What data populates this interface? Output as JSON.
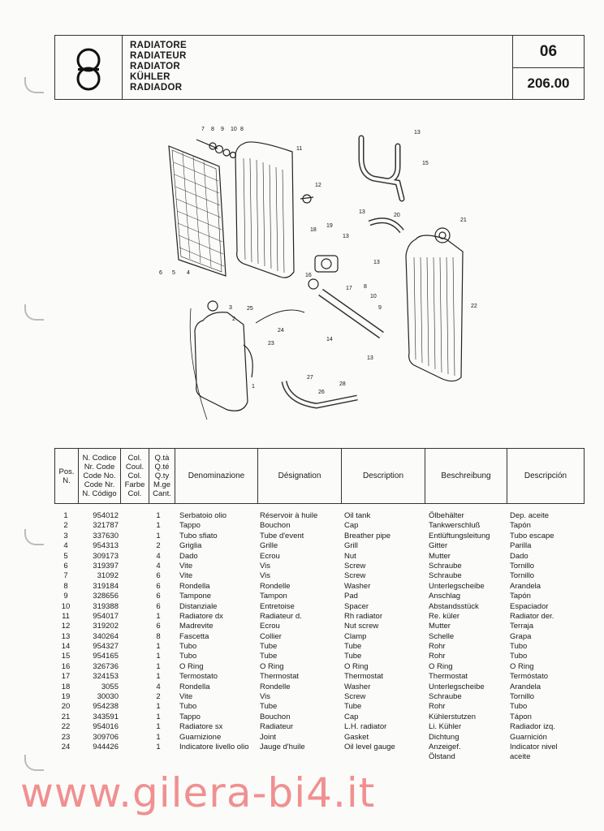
{
  "header": {
    "titles": [
      "RADIATORE",
      "RADIATEUR",
      "RADIATOR",
      "KÜHLER",
      "RADIADOR"
    ],
    "section": "06",
    "page_number": "206.00"
  },
  "diagram_labels": [
    "1",
    "2",
    "3",
    "4",
    "5",
    "6",
    "7",
    "8",
    "9",
    "10",
    "8",
    "11",
    "12",
    "13",
    "15",
    "20",
    "21",
    "22",
    "19",
    "18",
    "13",
    "13",
    "13",
    "16",
    "17",
    "8",
    "10",
    "9",
    "25",
    "24",
    "23",
    "14",
    "13",
    "27",
    "28",
    "26"
  ],
  "table": {
    "headers": {
      "pos": [
        "Pos.",
        "N."
      ],
      "code": [
        "N. Codice",
        "Nr. Code",
        "Code No.",
        "Code Nr.",
        "N. Código"
      ],
      "col": [
        "Col.",
        "Coul.",
        "Col.",
        "Farbe",
        "Col."
      ],
      "qty": [
        "Q.tà",
        "Q.té",
        "Q.ty",
        "M.ge",
        "Cant."
      ],
      "it": "Denominazione",
      "fr": "Désignation",
      "en": "Description",
      "de": "Beschreibung",
      "es": "Descripción"
    },
    "rows": [
      {
        "pos": "1",
        "code": "954012",
        "qty": "1",
        "it": "Serbatoio olio",
        "fr": "Réservoir à huile",
        "en": "Oil tank",
        "de": "Ölbehälter",
        "es": "Dep. aceite"
      },
      {
        "pos": "2",
        "code": "321787",
        "qty": "1",
        "it": "Tappo",
        "fr": "Bouchon",
        "en": "Cap",
        "de": "Tankwerschluß",
        "es": "Tapón"
      },
      {
        "pos": "3",
        "code": "337630",
        "qty": "1",
        "it": "Tubo sfiato",
        "fr": "Tube d'event",
        "en": "Breather pipe",
        "de": "Entlüftungsleitung",
        "es": "Tubo escape"
      },
      {
        "pos": "4",
        "code": "954313",
        "qty": "2",
        "it": "Griglia",
        "fr": "Grille",
        "en": "Grill",
        "de": "Gitter",
        "es": "Parilla"
      },
      {
        "pos": "5",
        "code": "309173",
        "qty": "4",
        "it": "Dado",
        "fr": "Ecrou",
        "en": "Nut",
        "de": "Mutter",
        "es": "Dado"
      },
      {
        "pos": "6",
        "code": "319397",
        "qty": "4",
        "it": "Vite",
        "fr": "Vis",
        "en": "Screw",
        "de": "Schraube",
        "es": "Tornillo"
      },
      {
        "pos": "7",
        "code": "31092",
        "qty": "6",
        "it": "Vite",
        "fr": "Vis",
        "en": "Screw",
        "de": "Schraube",
        "es": "Tornillo"
      },
      {
        "pos": "8",
        "code": "319184",
        "qty": "6",
        "it": "Rondella",
        "fr": "Rondelle",
        "en": "Washer",
        "de": "Unterlegscheibe",
        "es": "Arandela"
      },
      {
        "pos": "9",
        "code": "328656",
        "qty": "6",
        "it": "Tampone",
        "fr": "Tampon",
        "en": "Pad",
        "de": "Anschlag",
        "es": "Tapón"
      },
      {
        "pos": "10",
        "code": "319388",
        "qty": "6",
        "it": "Distanziale",
        "fr": "Entretoise",
        "en": "Spacer",
        "de": "Abstandsstück",
        "es": "Espaciador"
      },
      {
        "pos": "11",
        "code": "954017",
        "qty": "1",
        "it": "Radiatore dx",
        "fr": "Radiateur d.",
        "en": "Rh radiator",
        "de": "Re. küler",
        "es": "Radiator der."
      },
      {
        "pos": "12",
        "code": "319202",
        "qty": "6",
        "it": "Madrevite",
        "fr": "Ecrou",
        "en": "Nut screw",
        "de": "Mutter",
        "es": "Terraja"
      },
      {
        "pos": "13",
        "code": "340264",
        "qty": "8",
        "it": "Fascetta",
        "fr": "Collier",
        "en": "Clamp",
        "de": "Schelle",
        "es": "Grapa"
      },
      {
        "pos": "14",
        "code": "954327",
        "qty": "1",
        "it": "Tubo",
        "fr": "Tube",
        "en": "Tube",
        "de": "Rohr",
        "es": "Tubo"
      },
      {
        "pos": "15",
        "code": "954165",
        "qty": "1",
        "it": "Tubo",
        "fr": "Tube",
        "en": "Tube",
        "de": "Rohr",
        "es": "Tubo"
      },
      {
        "pos": "16",
        "code": "326736",
        "qty": "1",
        "it": "O Ring",
        "fr": "O Ring",
        "en": "O Ring",
        "de": "O Ring",
        "es": "O Ring"
      },
      {
        "pos": "17",
        "code": "324153",
        "qty": "1",
        "it": "Termostato",
        "fr": "Thermostat",
        "en": "Thermostat",
        "de": "Thermostat",
        "es": "Termóstato"
      },
      {
        "pos": "18",
        "code": "3055",
        "qty": "4",
        "it": "Rondella",
        "fr": "Rondelle",
        "en": "Washer",
        "de": "Unterlegscheibe",
        "es": "Arandela"
      },
      {
        "pos": "19",
        "code": "30030",
        "qty": "2",
        "it": "Vite",
        "fr": "Vis",
        "en": "Screw",
        "de": "Schraube",
        "es": "Tornillo"
      },
      {
        "pos": "20",
        "code": "954238",
        "qty": "1",
        "it": "Tubo",
        "fr": "Tube",
        "en": "Tube",
        "de": "Rohr",
        "es": "Tubo"
      },
      {
        "pos": "21",
        "code": "343591",
        "qty": "1",
        "it": "Tappo",
        "fr": "Bouchon",
        "en": "Cap",
        "de": "Kühlerstutzen",
        "es": "Tápon"
      },
      {
        "pos": "22",
        "code": "954016",
        "qty": "1",
        "it": "Radiatore sx",
        "fr": "Radiateur",
        "en": "L.H. radiator",
        "de": "Li. Kühler",
        "es": "Radiador izq."
      },
      {
        "pos": "23",
        "code": "309706",
        "qty": "1",
        "it": "Guarnizione",
        "fr": "Joint",
        "en": "Gasket",
        "de": "Dichtung",
        "es": "Guarnición"
      },
      {
        "pos": "24",
        "code": "944426",
        "qty": "1",
        "it": "Indicatore livello olio",
        "fr": "Jauge d'huile",
        "en": "Oil level gauge",
        "de": "Anzeigef.",
        "es": "Indicator nivel"
      }
    ],
    "continuation": {
      "de": "Ölstand",
      "es": "aceite"
    }
  },
  "watermark": "www.gilera-bi4.it",
  "colors": {
    "watermark": "#f09090",
    "ink": "#1a1a1a"
  }
}
